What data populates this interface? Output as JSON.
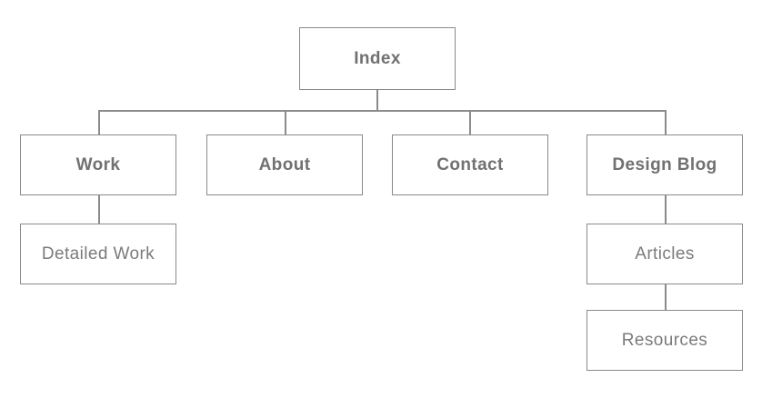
{
  "diagram": {
    "type": "sitemap-tree",
    "nodes": {
      "index": {
        "label": "Index",
        "level": 1,
        "emphasis": "bold"
      },
      "work": {
        "label": "Work",
        "level": 2,
        "emphasis": "bold"
      },
      "about": {
        "label": "About",
        "level": 2,
        "emphasis": "bold"
      },
      "contact": {
        "label": "Contact",
        "level": 2,
        "emphasis": "bold"
      },
      "design_blog": {
        "label": "Design Blog",
        "level": 2,
        "emphasis": "bold"
      },
      "detailed_work": {
        "label": "Detailed Work",
        "level": 3,
        "emphasis": "regular"
      },
      "articles": {
        "label": "Articles",
        "level": 3,
        "emphasis": "regular"
      },
      "resources": {
        "label": "Resources",
        "level": 4,
        "emphasis": "regular"
      }
    },
    "edges": [
      {
        "from": "Index",
        "to": "Work"
      },
      {
        "from": "Index",
        "to": "About"
      },
      {
        "from": "Index",
        "to": "Contact"
      },
      {
        "from": "Index",
        "to": "Design Blog"
      },
      {
        "from": "Work",
        "to": "Detailed Work"
      },
      {
        "from": "Design Blog",
        "to": "Articles"
      },
      {
        "from": "Articles",
        "to": "Resources"
      }
    ],
    "colors": {
      "background": "#ffffff",
      "box_fill": "#ffffff",
      "box_border": "#8a8a8a",
      "connector_line": "#8b8b8b",
      "label_bold": "#717171",
      "label_regular": "#7b7b7b"
    }
  }
}
